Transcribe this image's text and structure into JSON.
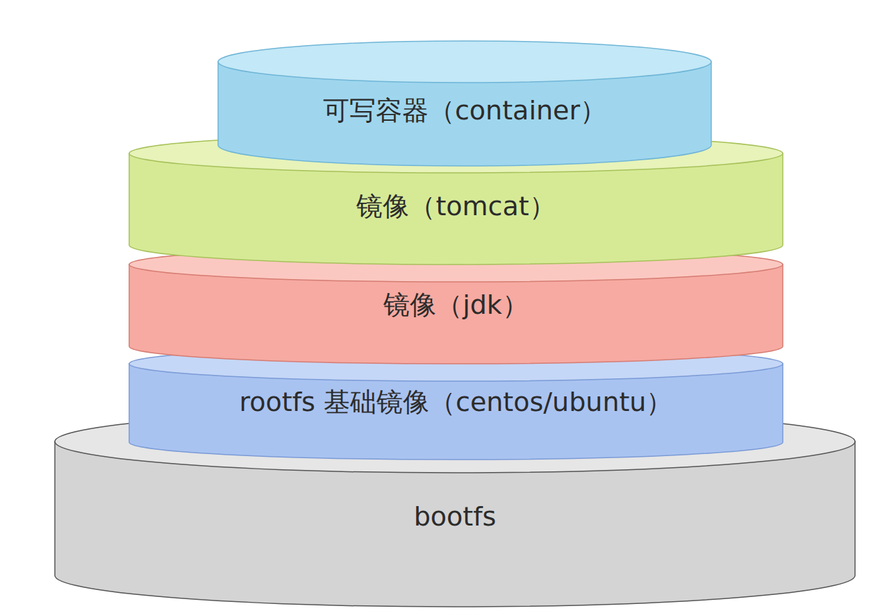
{
  "diagram": {
    "nodes": [
      {
        "text": [
          "可写容器（container）"
        ]
      },
      {
        "text": [
          "镜像（tomcat）"
        ]
      },
      {
        "text": [
          "镜像（jdk）"
        ]
      },
      {
        "text": [
          "rootfs 基础镜像（centos/ubuntu）"
        ]
      },
      {
        "text": [
          "bootfs"
        ]
      }
    ]
  }
}
